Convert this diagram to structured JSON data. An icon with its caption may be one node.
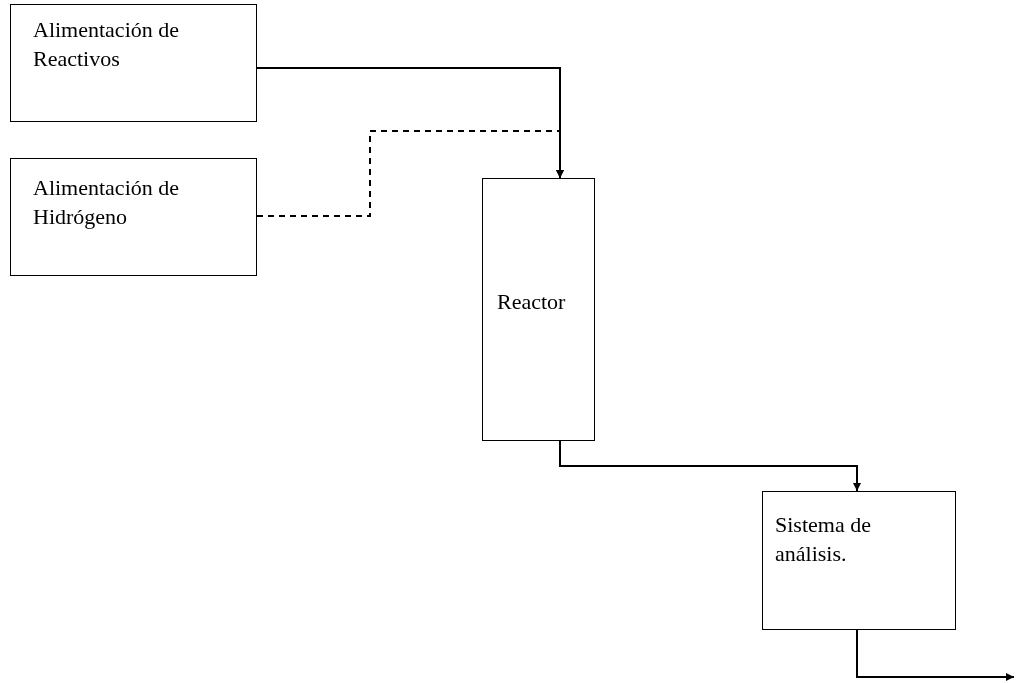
{
  "diagram": {
    "nodes": [
      {
        "text": [
          "Alimentación de Reactivos"
        ]
      },
      {
        "text": [
          "Alimentación de Hidrógeno"
        ]
      },
      {
        "text": [
          "Reactor"
        ]
      },
      {
        "text": [
          "Sistema de análisis."
        ]
      }
    ],
    "edges": [
      {
        "from": 0,
        "to": 2,
        "arrow": "to"
      },
      {
        "from": 1,
        "to": 2,
        "arrow": "to",
        "style": "dashed"
      },
      {
        "from": 2,
        "to": 3,
        "arrow": "to"
      },
      {
        "from": 3,
        "to": null,
        "arrow": "to"
      }
    ]
  }
}
